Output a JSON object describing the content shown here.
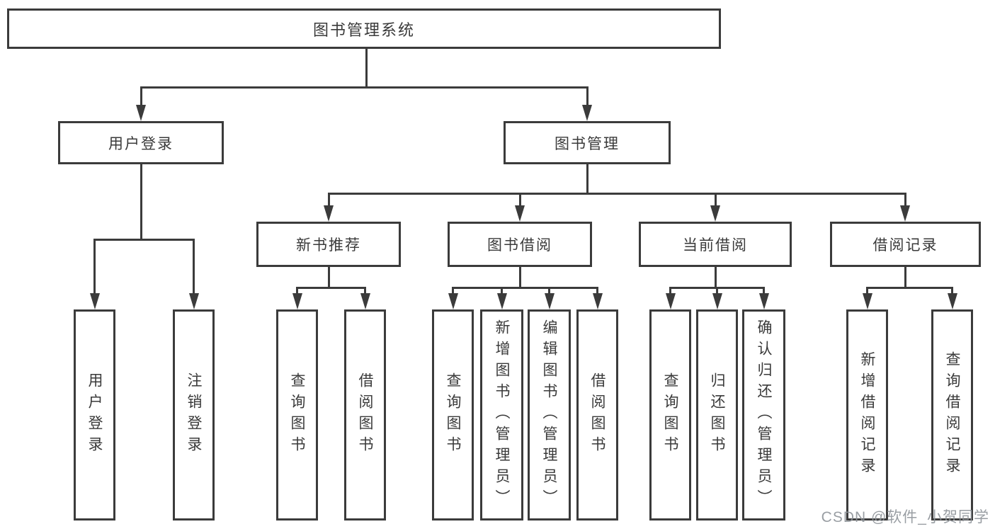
{
  "colors": {
    "background": "#ffffff",
    "line": "#3b3b3b",
    "text": "#3a3a3a",
    "watermark": "#8e9399"
  },
  "tree": {
    "label": "图书管理系统",
    "children": [
      {
        "label": "用户登录",
        "children": [
          {
            "label": "用户登录"
          },
          {
            "label": "注销登录"
          }
        ]
      },
      {
        "label": "图书管理",
        "children": [
          {
            "label": "新书推荐",
            "children": [
              {
                "label": "查询图书"
              },
              {
                "label": "借阅图书"
              }
            ]
          },
          {
            "label": "图书借阅",
            "children": [
              {
                "label": "查询图书"
              },
              {
                "label": "新增图书（管理员）"
              },
              {
                "label": "编辑图书（管理员）"
              },
              {
                "label": "借阅图书"
              }
            ]
          },
          {
            "label": "当前借阅",
            "children": [
              {
                "label": "查询图书"
              },
              {
                "label": "归还图书"
              },
              {
                "label": "确认归还（管理员）"
              }
            ]
          },
          {
            "label": "借阅记录",
            "children": [
              {
                "label": "新增借阅记录"
              },
              {
                "label": "查询借阅记录"
              }
            ]
          }
        ]
      }
    ]
  },
  "watermark": {
    "text": "CSDN @软件_小贺同学"
  }
}
